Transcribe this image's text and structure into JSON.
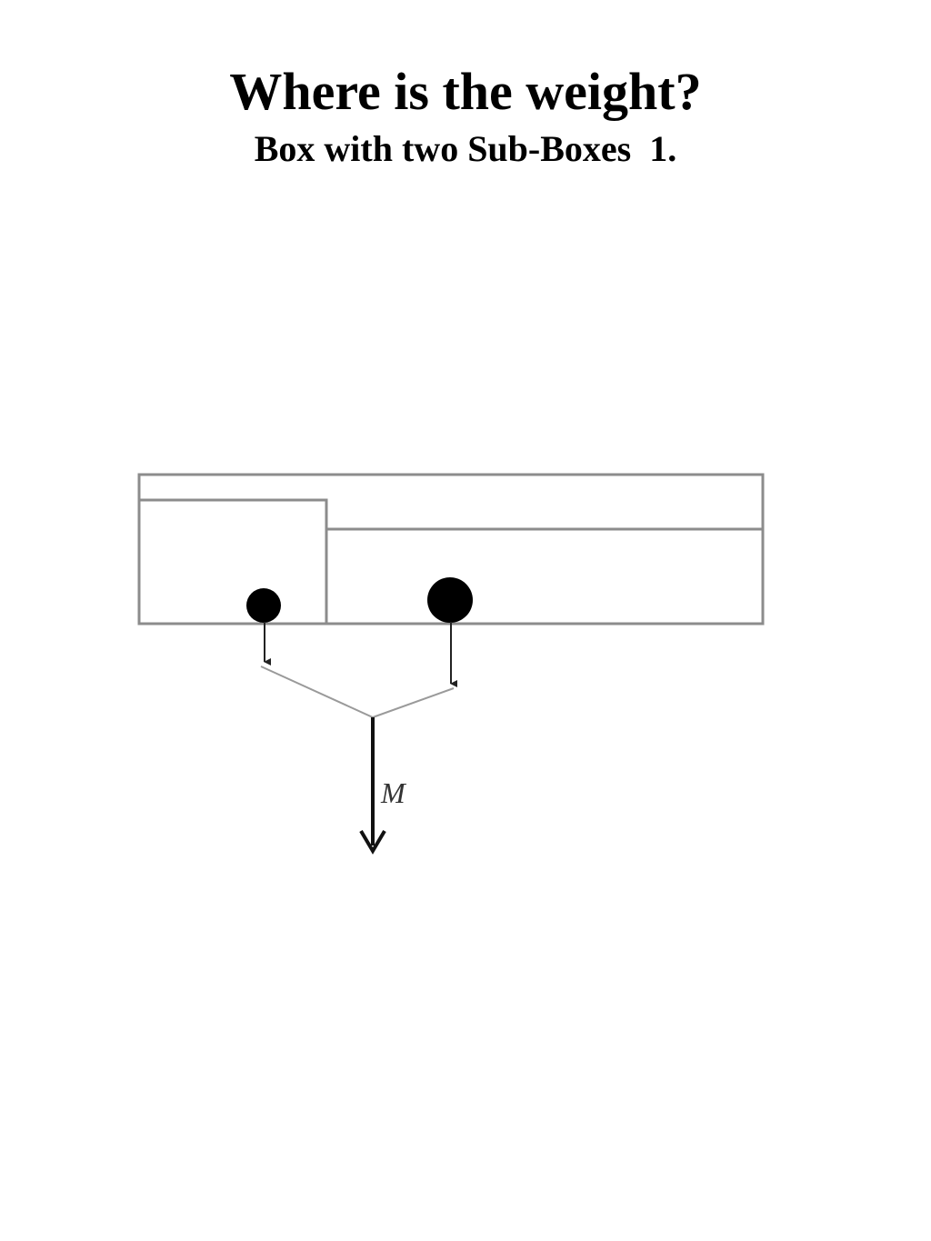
{
  "slide": {
    "title": "Where is the weight?",
    "subtitle": "Box with two Sub-Boxes  1."
  },
  "diagram": {
    "resultant_label": "M",
    "colors": {
      "box_outline": "#8c8c8c",
      "mass": "#000000",
      "force_arrow": "#222222",
      "connector": "#9a9a9a"
    }
  }
}
